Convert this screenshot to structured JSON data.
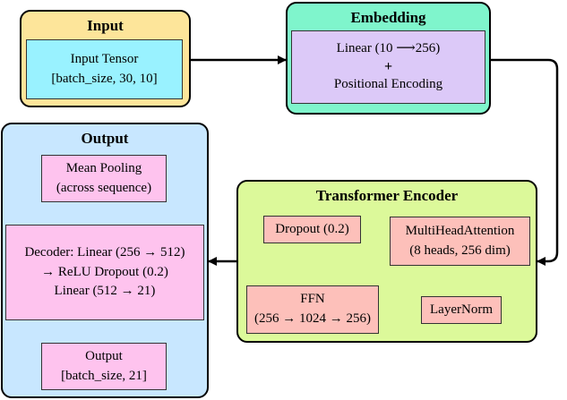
{
  "groups": {
    "input": {
      "title": "Input",
      "color": "#fde59a"
    },
    "embedding": {
      "title": "Embedding",
      "color": "#7ff5cc"
    },
    "output": {
      "title": "Output",
      "color": "#c8e7ff"
    },
    "encoder": {
      "title": "Transformer Encoder",
      "color": "#dcf99a"
    }
  },
  "boxes": {
    "input_tensor": {
      "line1": "Input Tensor",
      "line2": "[batch_size, 30, 10]",
      "color": "#99f2ff"
    },
    "embed": {
      "line1": "Linear (10 ⟶256)",
      "plus": "+",
      "line2": "Positional Encoding",
      "color": "#dcc9f8"
    },
    "mean_pool": {
      "line1": "Mean Pooling",
      "line2": "(across sequence)",
      "color": "#fec3ee"
    },
    "decoder": {
      "line1": "Decoder: Linear (256 → 512)",
      "line2": "→ ReLU Dropout (0.2)",
      "line3": "Linear (512 → 21)",
      "color": "#fec3ee"
    },
    "output_shape": {
      "line1": "Output",
      "line2": "[batch_size, 21]",
      "color": "#fec3ee"
    },
    "dropout": {
      "line1": "Dropout (0.2)",
      "color": "#fdc0ba"
    },
    "mha": {
      "line1": "MultiHeadAttention",
      "line2": "(8 heads, 256 dim)",
      "color": "#fdc0ba"
    },
    "ffn": {
      "line1": "FFN",
      "line2": "(256 → 1024 → 256)",
      "color": "#fdc0ba"
    },
    "layernorm": {
      "line1": "LayerNorm",
      "color": "#fdc0ba"
    }
  }
}
